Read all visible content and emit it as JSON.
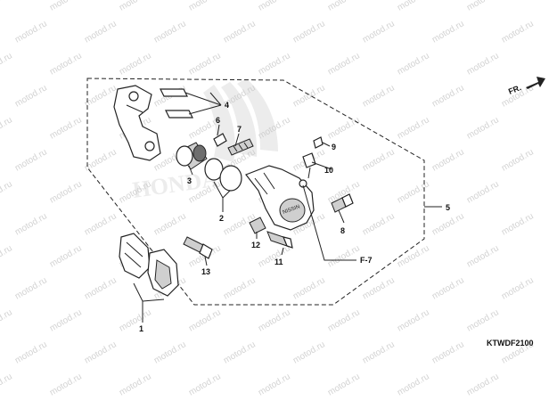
{
  "diagram": {
    "code": "KTWDF2100",
    "direction_label": "FR.",
    "brand_watermark": "HONDA",
    "site_watermark": "motod.ru",
    "callouts": [
      "1",
      "2",
      "3",
      "4",
      "5",
      "6",
      "7",
      "8",
      "9",
      "10",
      "11",
      "12",
      "13"
    ],
    "reference": "F-7",
    "colors": {
      "ink": "#222222",
      "watermark": "#d3d3d3",
      "shade": "#cfcfcf"
    }
  }
}
